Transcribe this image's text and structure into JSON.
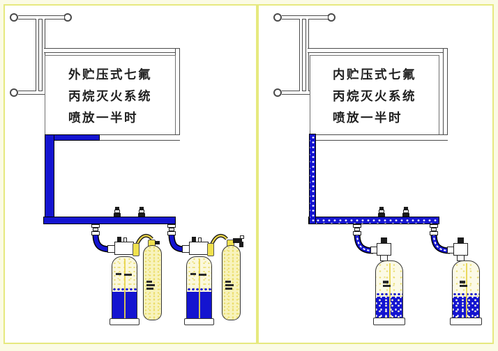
{
  "panels": {
    "left": {
      "system": "external-pressurization-hfc227ea",
      "title_lines": [
        "外贮压式七氟",
        "丙烷灭火系统",
        "喷放一半时"
      ]
    },
    "right": {
      "system": "internal-pressurization-hfc227ea",
      "title_lines": [
        "内贮压式七氟",
        "丙烷灭火系统",
        "喷放一半时"
      ]
    }
  },
  "colors": {
    "agent_blue": "#1414D0",
    "panel_border": "#E6E97F",
    "page_background": "#FBFBE4",
    "pilot_hose_yellow": "#E4CF4A",
    "tank_speckle_yellow": "#E9DB60"
  }
}
